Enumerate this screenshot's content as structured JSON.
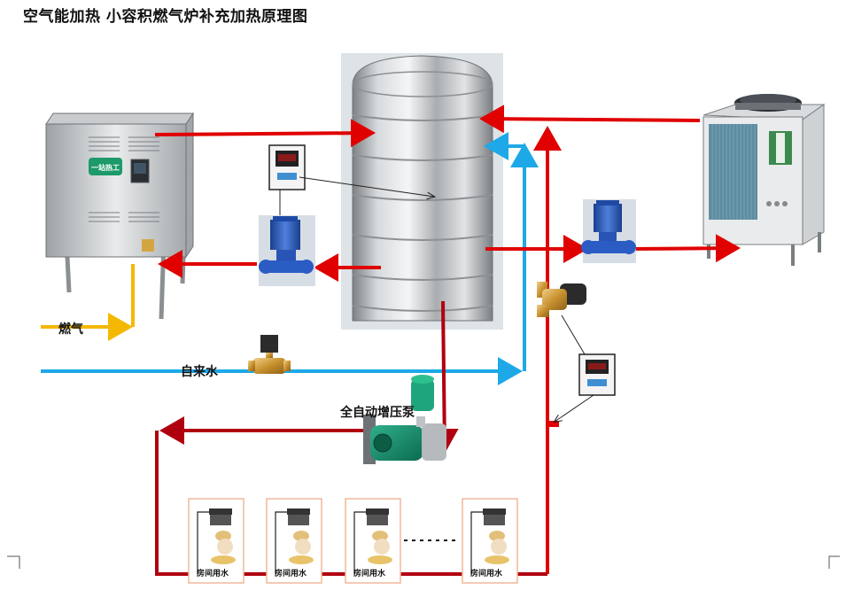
{
  "title": "空气能加热  小容积燃气炉补充加热原理图",
  "labels": {
    "gas": "燃气",
    "tap_water": "自来水",
    "booster_pump": "全自动增压泵",
    "boiler_brand": "一站热工"
  },
  "rooms": [
    "房间用水",
    "房间用水",
    "房间用水",
    "房间用水"
  ],
  "colors": {
    "hot_pipe": "#e00000",
    "return_pipe": "#b00010",
    "cold_pipe": "#1ea8e8",
    "gas_pipe": "#f5b800",
    "room_border": "#f0b89a"
  }
}
